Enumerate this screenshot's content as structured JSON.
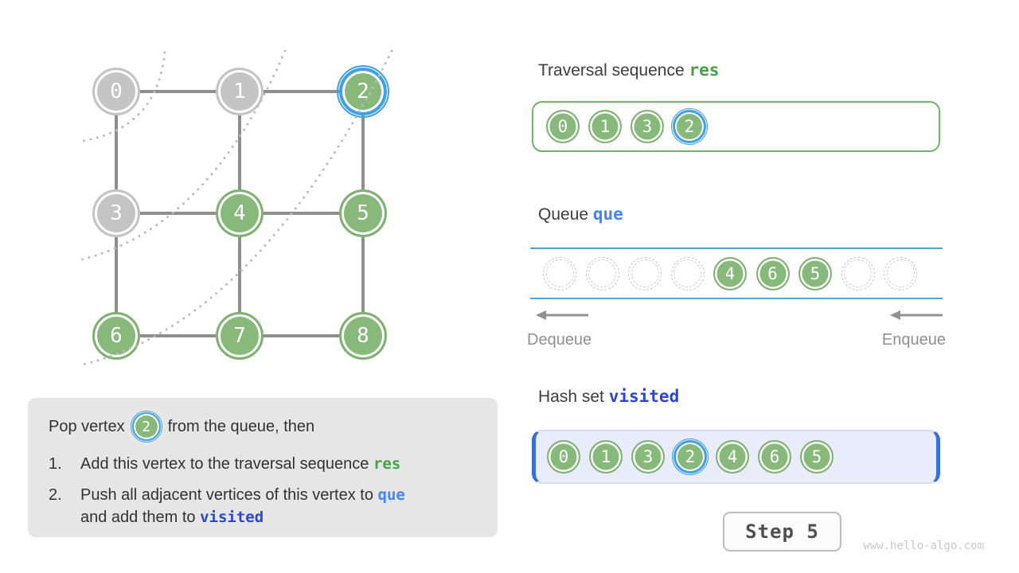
{
  "graph": {
    "vertices": [
      {
        "label": "0",
        "state": "gray"
      },
      {
        "label": "1",
        "state": "gray"
      },
      {
        "label": "2",
        "state": "highlight"
      },
      {
        "label": "3",
        "state": "gray"
      },
      {
        "label": "4",
        "state": "green"
      },
      {
        "label": "5",
        "state": "green"
      },
      {
        "label": "6",
        "state": "green"
      },
      {
        "label": "7",
        "state": "green"
      },
      {
        "label": "8",
        "state": "green"
      }
    ],
    "edges": [
      [
        0,
        1
      ],
      [
        1,
        2
      ],
      [
        3,
        4
      ],
      [
        4,
        5
      ],
      [
        6,
        7
      ],
      [
        7,
        8
      ],
      [
        0,
        3
      ],
      [
        3,
        6
      ],
      [
        1,
        4
      ],
      [
        4,
        7
      ],
      [
        2,
        5
      ],
      [
        5,
        8
      ]
    ],
    "level_arc_count": 3
  },
  "traversal": {
    "title": "Traversal sequence ",
    "code": "res",
    "items": [
      {
        "label": "0",
        "state": "green"
      },
      {
        "label": "1",
        "state": "green"
      },
      {
        "label": "3",
        "state": "green"
      },
      {
        "label": "2",
        "state": "highlight"
      }
    ]
  },
  "queue": {
    "title": "Queue ",
    "code": "que",
    "slots": [
      {
        "label": "",
        "state": "empty"
      },
      {
        "label": "",
        "state": "empty"
      },
      {
        "label": "",
        "state": "empty"
      },
      {
        "label": "",
        "state": "empty"
      },
      {
        "label": "4",
        "state": "green"
      },
      {
        "label": "6",
        "state": "green"
      },
      {
        "label": "5",
        "state": "green"
      },
      {
        "label": "",
        "state": "empty"
      },
      {
        "label": "",
        "state": "empty"
      }
    ],
    "dequeue_label": "Dequeue",
    "enqueue_label": "Enqueue"
  },
  "hashset": {
    "title": "Hash set ",
    "code": "visited",
    "items": [
      {
        "label": "0",
        "state": "green"
      },
      {
        "label": "1",
        "state": "green"
      },
      {
        "label": "3",
        "state": "green"
      },
      {
        "label": "2",
        "state": "highlight"
      },
      {
        "label": "4",
        "state": "green"
      },
      {
        "label": "6",
        "state": "green"
      },
      {
        "label": "5",
        "state": "green"
      }
    ]
  },
  "explanation": {
    "intro_prefix": "Pop vertex",
    "intro_vertex": "2",
    "intro_suffix": "from the queue, then",
    "item1_num": "1.",
    "item1_text": "Add this vertex to the traversal sequence ",
    "item1_code": "res",
    "item2_num": "2.",
    "item2_line1_text": "Push all adjacent vertices of this vertex to ",
    "item2_line1_code": "que",
    "item2_line2_text": "and add them to ",
    "item2_line2_code": "visited"
  },
  "step": {
    "label": "Step 5"
  },
  "watermark": "www.hello-algo.com",
  "colors": {
    "vertex_green": "#87b97a",
    "vertex_gray": "#c4c4c4",
    "highlight_blue": "#42a1e5",
    "res_green": "#46a046",
    "que_blue": "#4285f4",
    "visited_blue": "#2a46d4",
    "queue_line_blue": "#4ba4e4",
    "hashset_bracket_blue": "#3a6ee0",
    "explain_bg": "#e6e6e6"
  }
}
